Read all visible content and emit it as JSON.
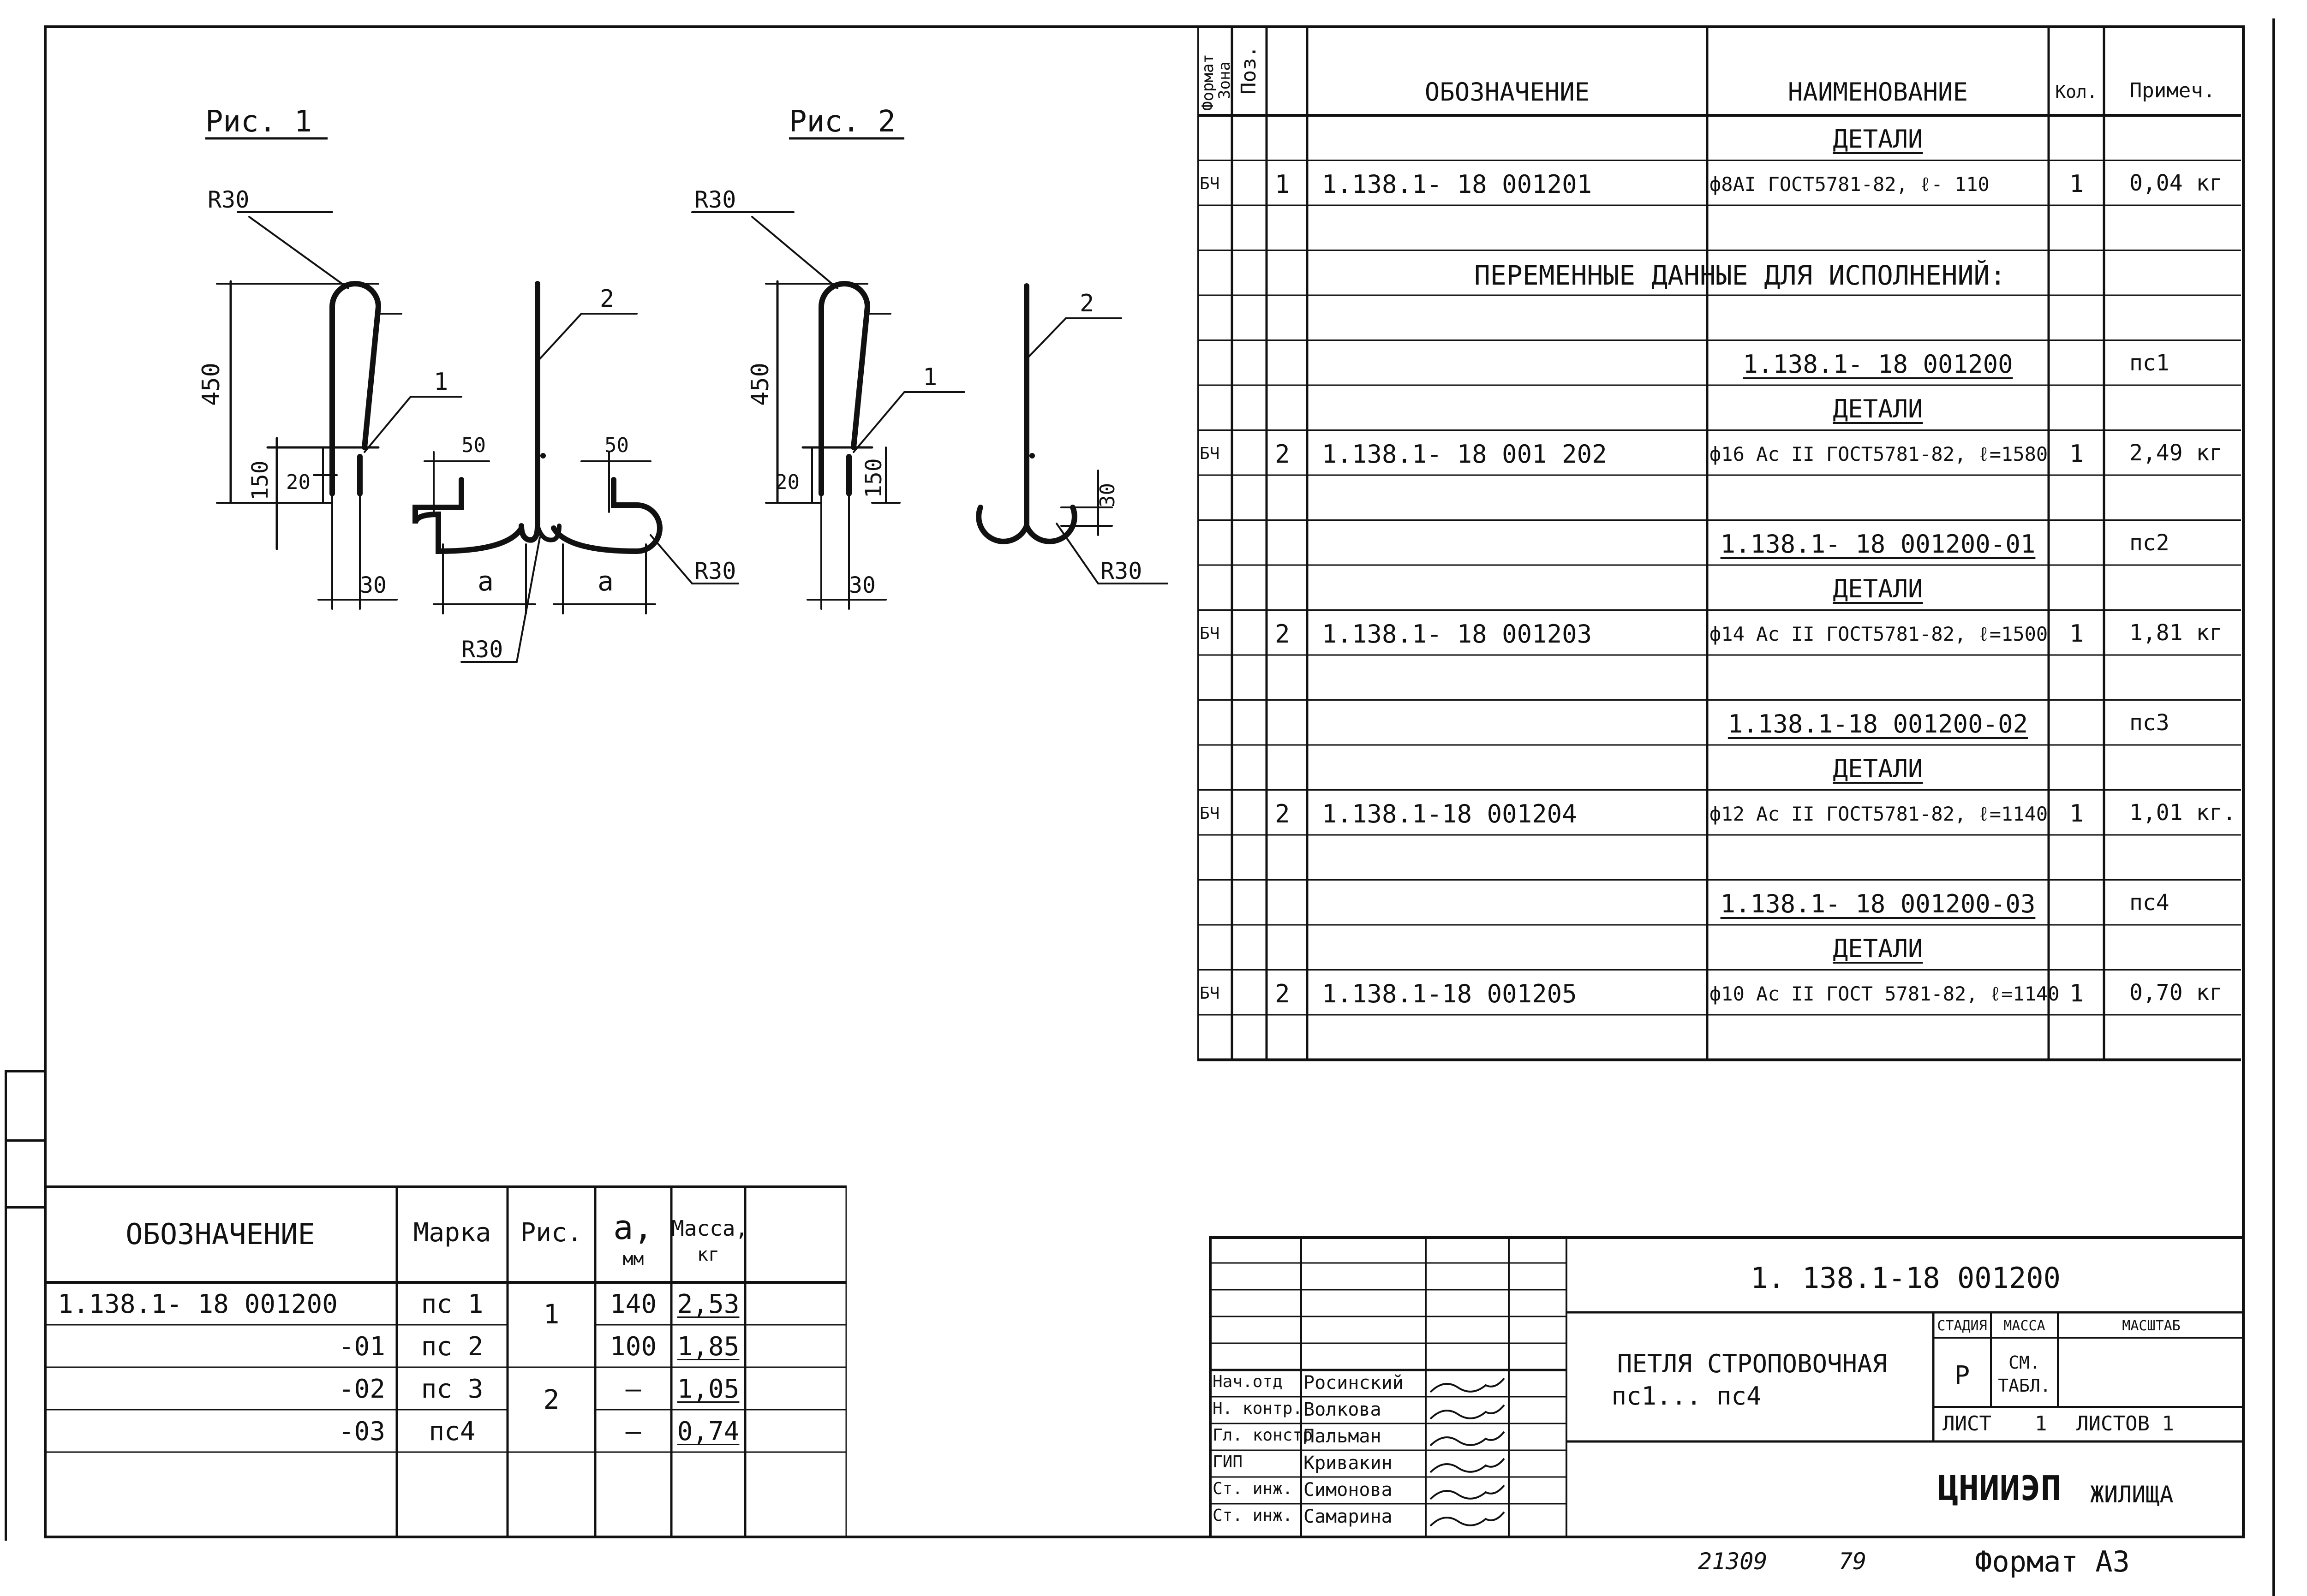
{
  "figures": {
    "fig1_title": "Рис. 1",
    "fig2_title": "Рис. 2",
    "dims": {
      "r30": "R30",
      "h450": "450",
      "h150": "150",
      "h20": "20",
      "w30": "30",
      "w50": "50",
      "a": "a",
      "pos1": "1",
      "pos2": "2",
      "h30": "30"
    }
  },
  "spec": {
    "headers": {
      "format": "Формат",
      "zone": "Зона",
      "pos": "Поз.",
      "designation": "Обозначение",
      "name": "Наименование",
      "qty": "Кол.",
      "note": "Примеч."
    },
    "rows": [
      {
        "format": "",
        "pos": "",
        "designation": "",
        "name": "Детали",
        "name_underline": true,
        "qty": "",
        "note": ""
      },
      {
        "format": "БЧ",
        "pos": "1",
        "designation": "1.138.1- 18 001201",
        "name": "ф8AI ГОСТ5781-82, ℓ- 110",
        "qty": "1",
        "note": "0,04 кг"
      },
      {
        "format": "",
        "pos": "",
        "designation": "",
        "name": "",
        "qty": "",
        "note": ""
      },
      {
        "format": "",
        "pos": "",
        "designation": "",
        "name": "",
        "qty": "",
        "note": "",
        "wide": "Переменные данные для исполнений:"
      },
      {
        "format": "",
        "pos": "",
        "designation": "",
        "name": "",
        "qty": "",
        "note": ""
      },
      {
        "format": "",
        "pos": "",
        "designation": "",
        "name": "1.138.1- 18 001200",
        "name_underline": true,
        "qty": "",
        "note": "пс1"
      },
      {
        "format": "",
        "pos": "",
        "designation": "",
        "name": "Детали",
        "name_underline": true,
        "qty": "",
        "note": ""
      },
      {
        "format": "БЧ",
        "pos": "2",
        "designation": "1.138.1- 18 001 202",
        "name": "ф16 Ac II ГОСТ5781-82, ℓ=1580",
        "qty": "1",
        "note": "2,49 кг"
      },
      {
        "format": "",
        "pos": "",
        "designation": "",
        "name": "",
        "qty": "",
        "note": ""
      },
      {
        "format": "",
        "pos": "",
        "designation": "",
        "name": "1.138.1- 18 001200-01",
        "name_underline": true,
        "qty": "",
        "note": "пс2"
      },
      {
        "format": "",
        "pos": "",
        "designation": "",
        "name": "Детали",
        "name_underline": true,
        "qty": "",
        "note": ""
      },
      {
        "format": "БЧ",
        "pos": "2",
        "designation": "1.138.1- 18 001203",
        "name": "ф14 Ac II ГОСТ5781-82, ℓ=1500",
        "qty": "1",
        "note": "1,81 кг"
      },
      {
        "format": "",
        "pos": "",
        "designation": "",
        "name": "",
        "qty": "",
        "note": ""
      },
      {
        "format": "",
        "pos": "",
        "designation": "",
        "name": "1.138.1-18 001200-02",
        "name_underline": true,
        "qty": "",
        "note": "пс3"
      },
      {
        "format": "",
        "pos": "",
        "designation": "",
        "name": "Детали",
        "name_underline": true,
        "qty": "",
        "note": ""
      },
      {
        "format": "БЧ",
        "pos": "2",
        "designation": "1.138.1-18 001204",
        "name": "ф12 Ac II ГОСТ5781-82, ℓ=1140",
        "qty": "1",
        "note": "1,01 кг."
      },
      {
        "format": "",
        "pos": "",
        "designation": "",
        "name": "",
        "qty": "",
        "note": ""
      },
      {
        "format": "",
        "pos": "",
        "designation": "",
        "name": "1.138.1- 18 001200-03",
        "name_underline": true,
        "qty": "",
        "note": "пс4"
      },
      {
        "format": "",
        "pos": "",
        "designation": "",
        "name": "Детали",
        "name_underline": true,
        "qty": "",
        "note": ""
      },
      {
        "format": "БЧ",
        "pos": "2",
        "designation": "1.138.1-18 001205",
        "name": "ф10 Ac II ГОСТ 5781-82, ℓ=1140",
        "qty": "1",
        "note": "0,70 кг"
      },
      {
        "format": "",
        "pos": "",
        "designation": "",
        "name": "",
        "qty": "",
        "note": ""
      }
    ]
  },
  "variants": {
    "headers": {
      "designation": "Обозначение",
      "mark": "Марка",
      "fig": "Рис.",
      "a": "a,",
      "a_unit": "мм",
      "mass": "Масса,",
      "mass_unit": "кг"
    },
    "rows": [
      {
        "designation": "1.138.1- 18 001200",
        "mark": "пс 1",
        "a": "140",
        "mass": "2,53"
      },
      {
        "designation": "-01",
        "mark": "пс 2",
        "a": "100",
        "mass": "1,85"
      },
      {
        "designation": "-02",
        "mark": "пс 3",
        "a": "—",
        "mass": "1,05"
      },
      {
        "designation": "-03",
        "mark": "пс4",
        "a": "—",
        "mass": "0,74"
      }
    ],
    "fig_groups": [
      "1",
      "2"
    ]
  },
  "title_block": {
    "doc_number": "1. 138.1-18  001200",
    "title_line1": "Петля строповочная",
    "title_line2": "пс1... пс4",
    "stage_label": "Стадия",
    "mass_label": "Масса",
    "scale_label": "Масштаб",
    "stage": "Р",
    "mass_value_1": "см.",
    "mass_value_2": "табл.",
    "sheet_label": "Лист",
    "sheet_no": "1",
    "sheets_label": "Листов 1",
    "org_main": "ЦНИИЭП",
    "org_sub": "жилища",
    "staff": [
      {
        "role": "Нач.отд",
        "name": "Росинский"
      },
      {
        "role": "Н. контр.",
        "name": "Волкова"
      },
      {
        "role": "Гл. констр",
        "name": "Пальман"
      },
      {
        "role": "ГИП",
        "name": "Кривакин"
      },
      {
        "role": "Ст. инж.",
        "name": "Симонова"
      },
      {
        "role": "Ст. инж.",
        "name": "Самарина"
      }
    ]
  },
  "footer": {
    "archive_no": "21309",
    "page_no": "79",
    "format": "Формат  А3"
  }
}
